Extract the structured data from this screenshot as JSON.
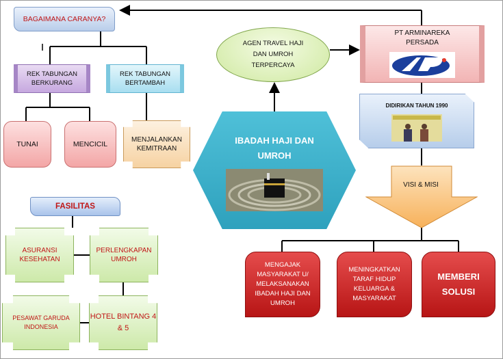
{
  "header_question": "BAGAIMANA CARANYA?",
  "rek_berkurang": "REK TABUNGAN BERKURANG",
  "rek_bertambah": "REK TABUNGAN BERTAMBAH",
  "tunai": "TUNAI",
  "mencicil": "MENCICIL",
  "kemitraan": "MENJALANKAN KEMITRAAN",
  "fasilitas": {
    "title": "FASILITAS",
    "asuransi": "ASURANSI KESEHATAN",
    "perlengkapan": "PERLENGKAPAN UMROH",
    "garuda": "PESAWAT GARUDA INDONESIA",
    "hotel": "HOTEL BINTANG  4 & 5"
  },
  "agen": "AGEN TRAVEL HAJI DAN UMROH TERPERCAYA",
  "center": "IBADAH HAJI DAN UMROH",
  "company": "PT ARMINAREKA PERSADA",
  "didirikan": "DIDIRIKAN TAHUN 1990",
  "visi_misi": "VISI & MISI",
  "misi": {
    "mengajak": "MENGAJAK MASYARAKAT U/ MELAKSANAKAN IBADAH HAJI DAN UMROH",
    "meningkatkan": "MENINGKATKAN TARAF HIDUP KELUARGA & MASYARAKAT",
    "memberi": "MEMBERI SOLUSI"
  },
  "colors": {
    "title_red": "#c01616",
    "hex_teal": "#2ea1bd",
    "misi_red": "#b71515",
    "visi_orange": "#f7b15a"
  }
}
